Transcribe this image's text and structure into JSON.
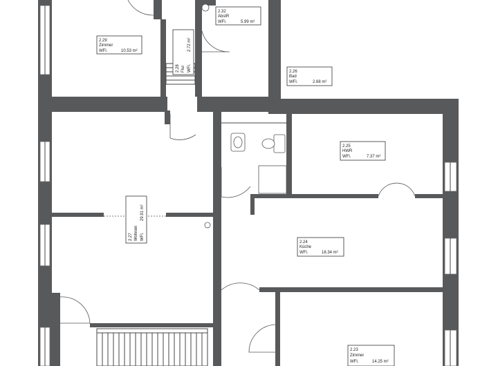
{
  "rooms": [
    {
      "id": "r229",
      "number": "2.29",
      "name": "Zimmer",
      "area_label": "WFl.",
      "area": "10.53 m²"
    },
    {
      "id": "r232",
      "number": "2.32",
      "name": "AbstR",
      "area_label": "WFl.",
      "area": "5.99 m²"
    },
    {
      "id": "r228",
      "number": "2.28",
      "name": "Flur",
      "area_label": "WFl.",
      "area": "2.72 m²"
    },
    {
      "id": "r226",
      "number": "2.26",
      "name": "Bad",
      "area_label": "WFl.",
      "area": "2.68 m²"
    },
    {
      "id": "r225",
      "number": "2.25",
      "name": "HWR",
      "area_label": "WFl.",
      "area": "7.37 m²"
    },
    {
      "id": "r227",
      "number": "2.27",
      "name": "Wohnen",
      "area_label": "WFl.",
      "area": "29.91 m²"
    },
    {
      "id": "r224",
      "number": "2.24",
      "name": "Küche",
      "area_label": "WFl.",
      "area": "18.34 m²"
    },
    {
      "id": "r223",
      "number": "2.23",
      "name": "Zimmer",
      "area_label": "WFl.",
      "area": "14.25 m²"
    }
  ],
  "colors": {
    "wall": "#58595b",
    "line": "#444444",
    "background": "#ffffff"
  }
}
